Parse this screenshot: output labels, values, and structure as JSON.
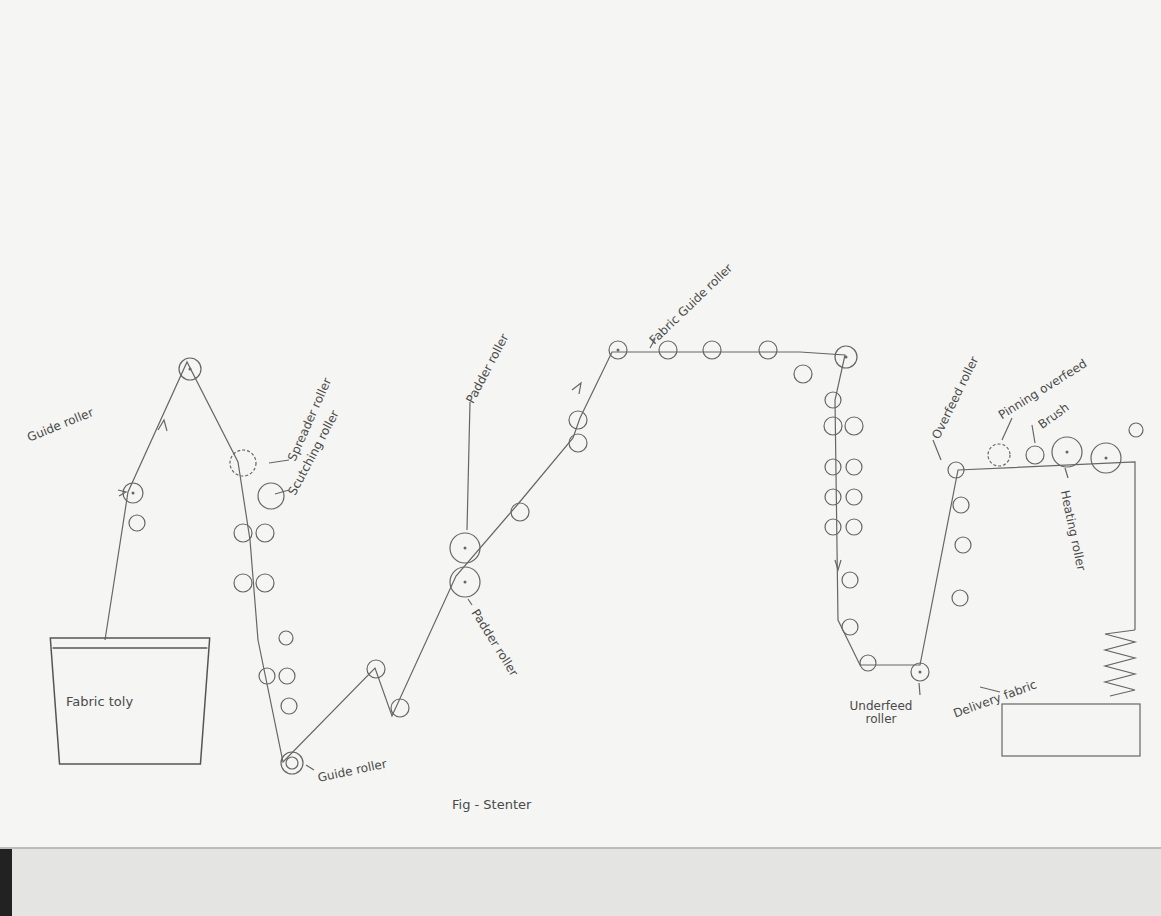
{
  "diagram": {
    "caption": "Fig - Stenter",
    "nodes": [
      {
        "text": [
          "Fabric toly"
        ]
      }
    ],
    "labels": [
      "Guide roller",
      "Spreader roller",
      "Scutching roller",
      "Padder roller",
      "Padder roller",
      "Guide roller",
      "Fabric Guide roller",
      "Overfeed roller",
      "Pinning overfeed",
      "Brush",
      "Heating roller",
      "Underfeed roller",
      "Delivery fabric"
    ]
  }
}
